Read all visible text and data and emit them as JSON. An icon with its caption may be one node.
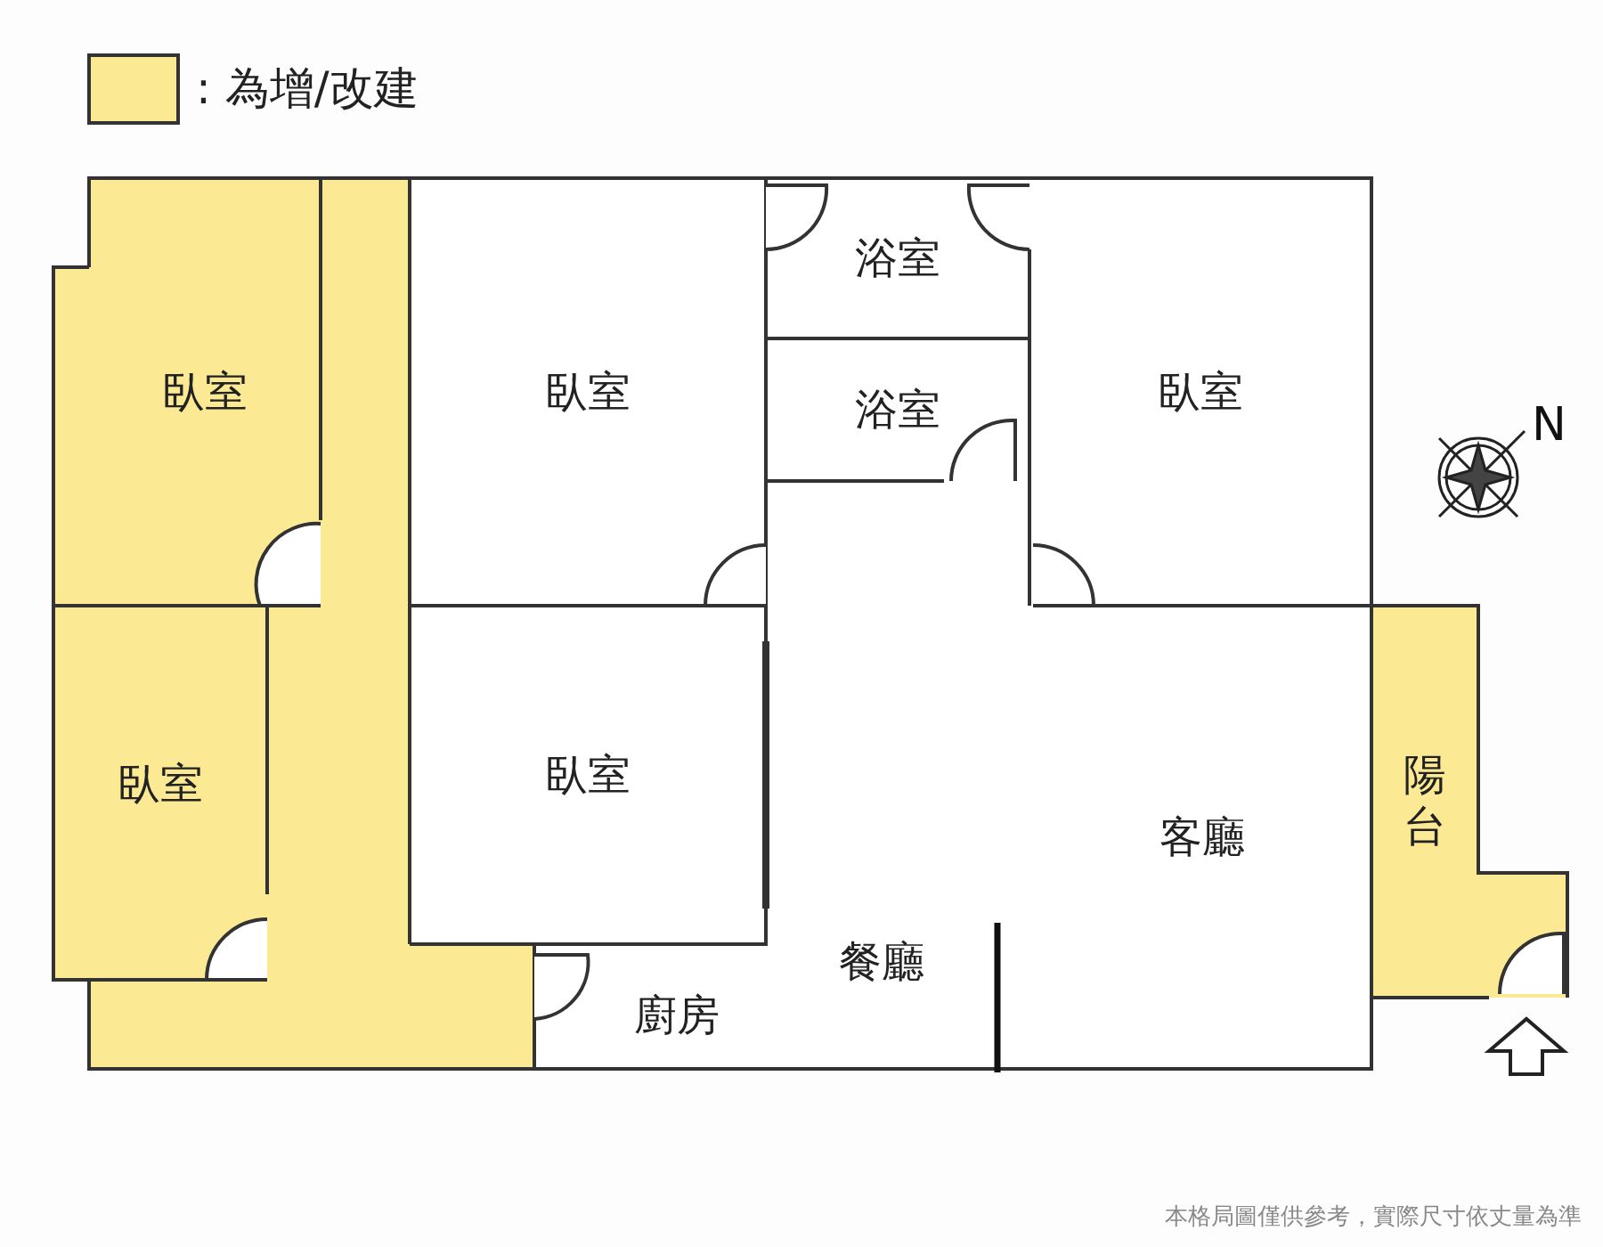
{
  "diagram": {
    "nodes": [
      {
        "text": [
          "臥室"
        ]
      },
      {
        "text": [
          "臥室"
        ]
      },
      {
        "text": [
          "浴室"
        ]
      },
      {
        "text": [
          "浴室"
        ]
      },
      {
        "text": [
          "臥室"
        ]
      },
      {
        "text": [
          "臥室"
        ]
      },
      {
        "text": [
          "臥室"
        ]
      },
      {
        "text": [
          "客廳"
        ]
      },
      {
        "text": [
          "陽台"
        ]
      },
      {
        "text": [
          "餐廳"
        ]
      },
      {
        "text": [
          "廚房"
        ]
      }
    ],
    "edges": [],
    "labels": [
      "N",
      "本格局圖僅供參考，實際尺寸依丈量為準"
    ],
    "legend": [
      {
        "text": ": 為增/改建",
        "color": "#fbe994"
      }
    ]
  }
}
